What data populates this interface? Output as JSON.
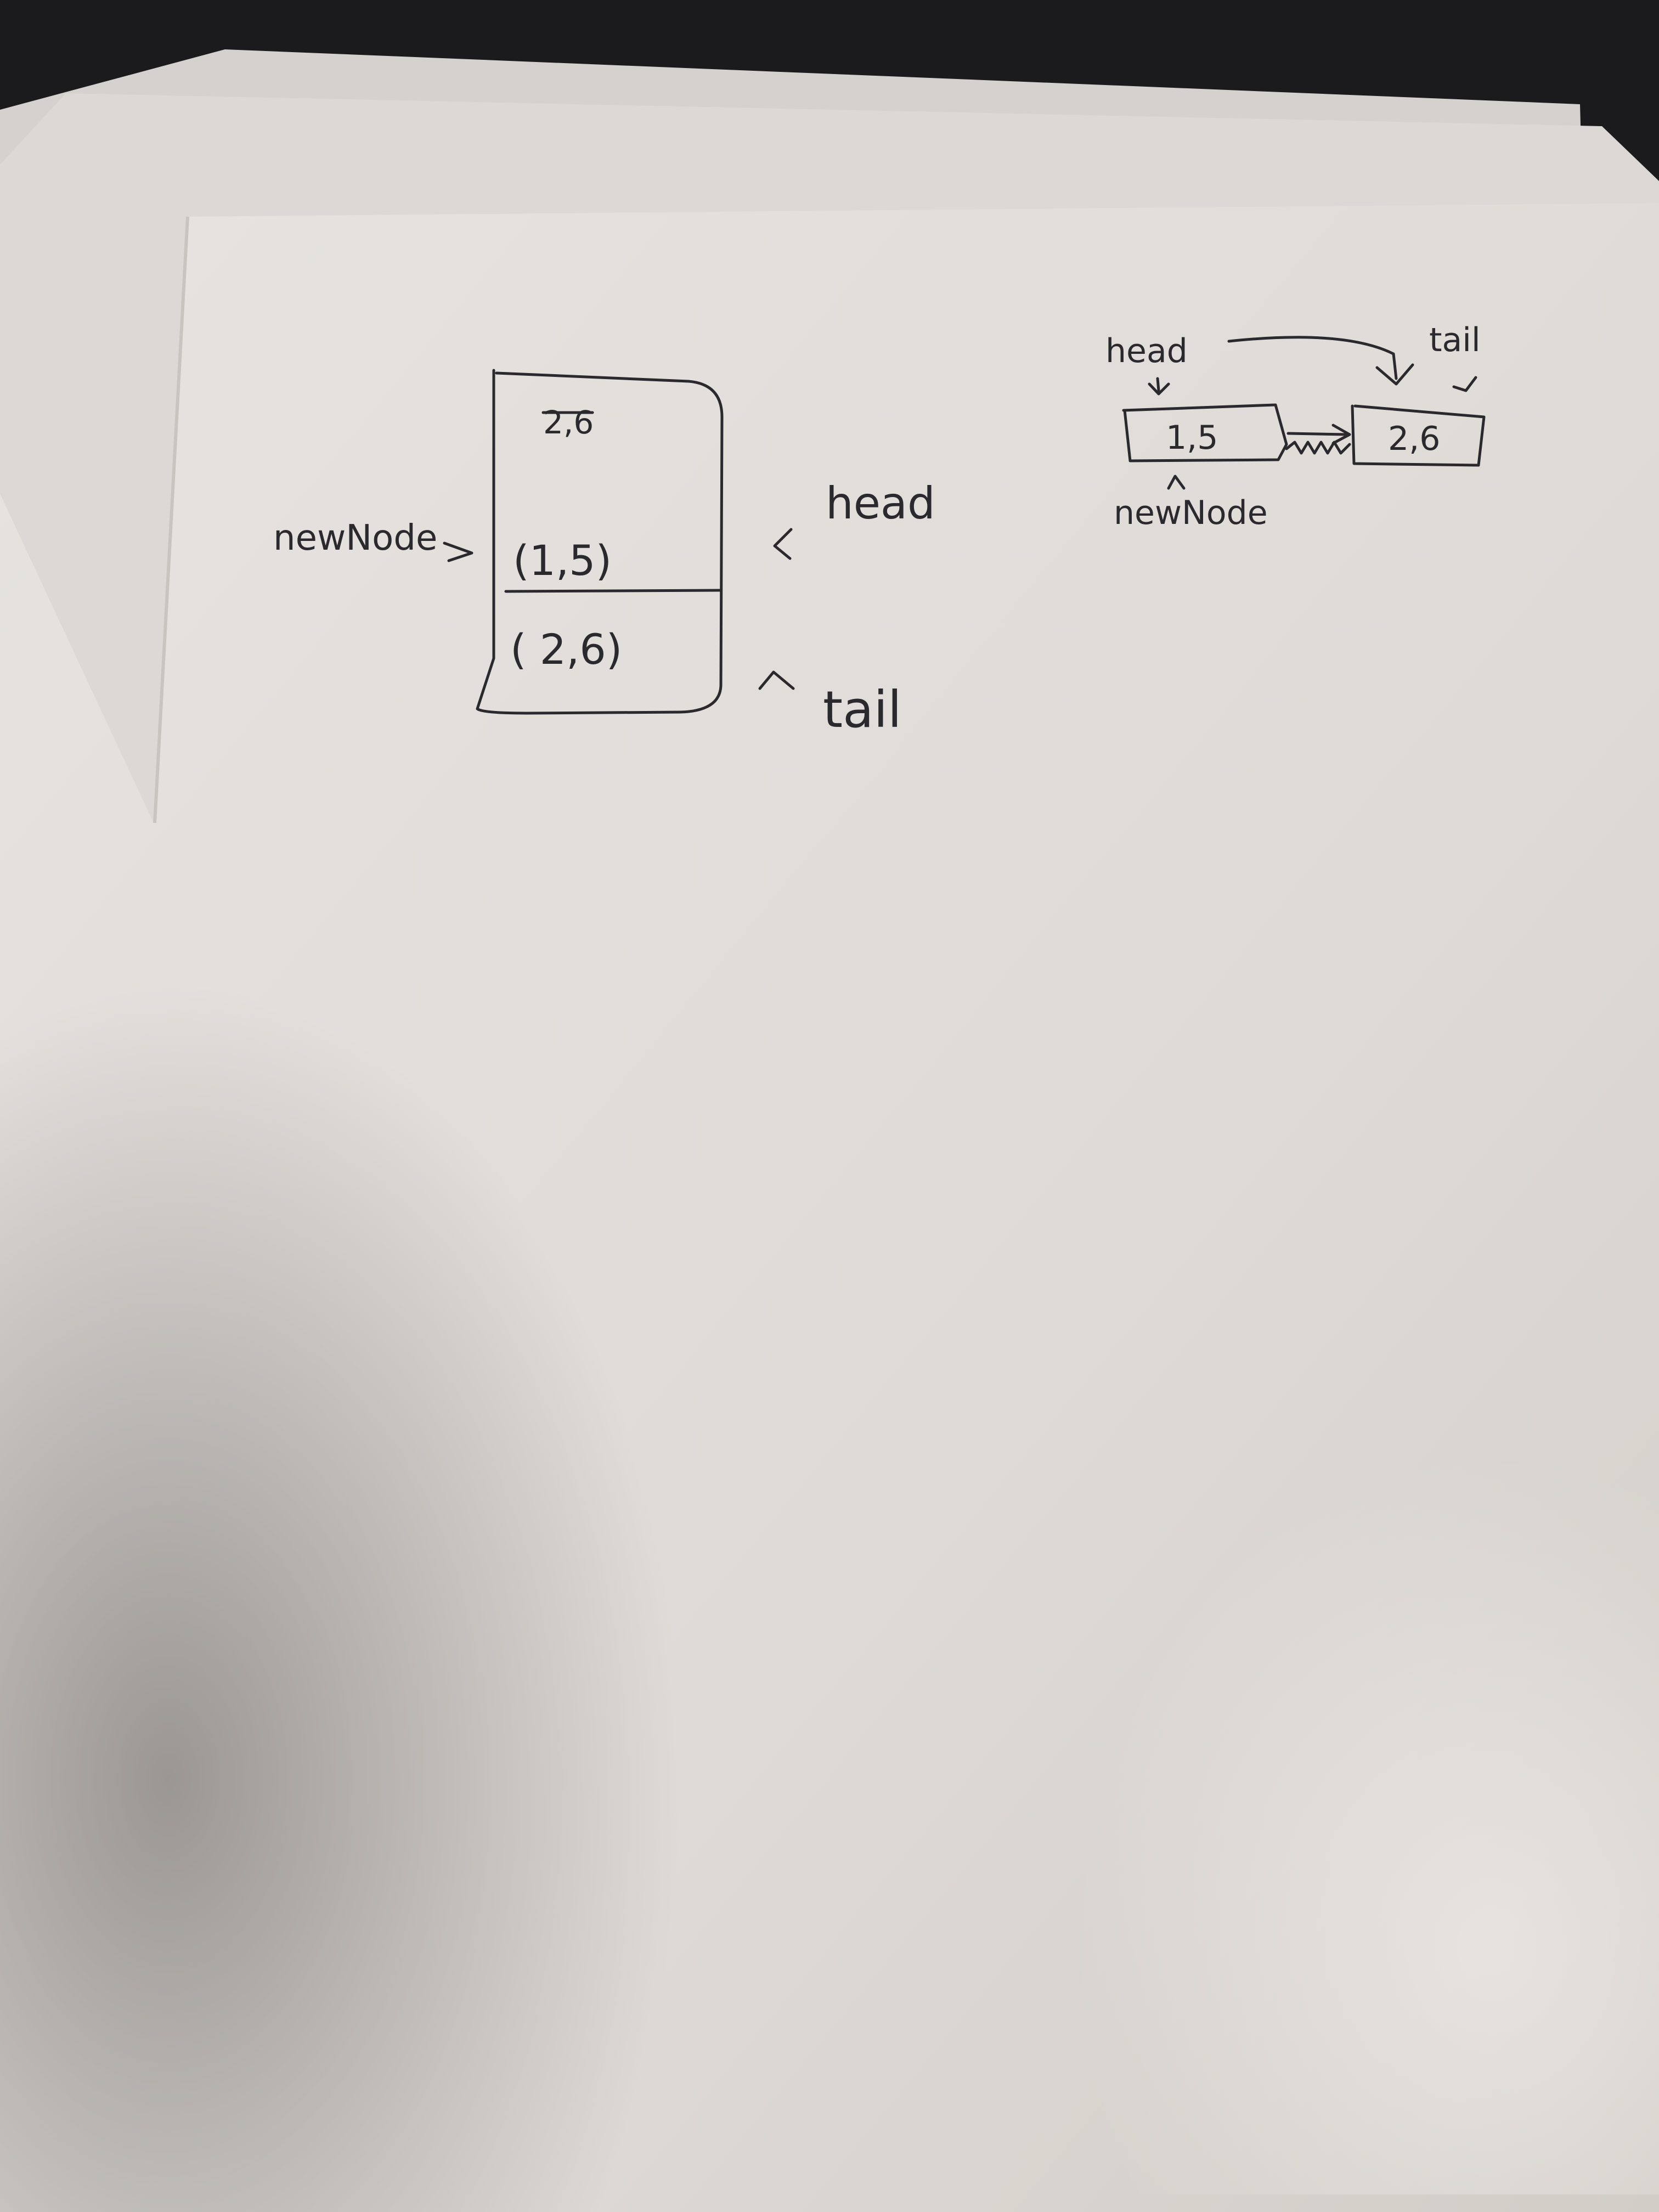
{
  "colors": {
    "background": "#1b1a1c",
    "paper_back": "#d9d6d3",
    "paper_front": "#e4e1de",
    "shadow": "#9b9792",
    "ink": "#2a2a2e"
  },
  "stack_sketch": {
    "struck_text": "2,6",
    "row_top": "(1,5)",
    "row_bottom": "( 2,6)",
    "label_left": "newNode",
    "label_head": "head",
    "label_tail": "tail"
  },
  "list_sketch": {
    "label_head": "head",
    "label_tail": "tail",
    "node1": "1,5",
    "node2": "2,6",
    "label_new": "newNode"
  }
}
